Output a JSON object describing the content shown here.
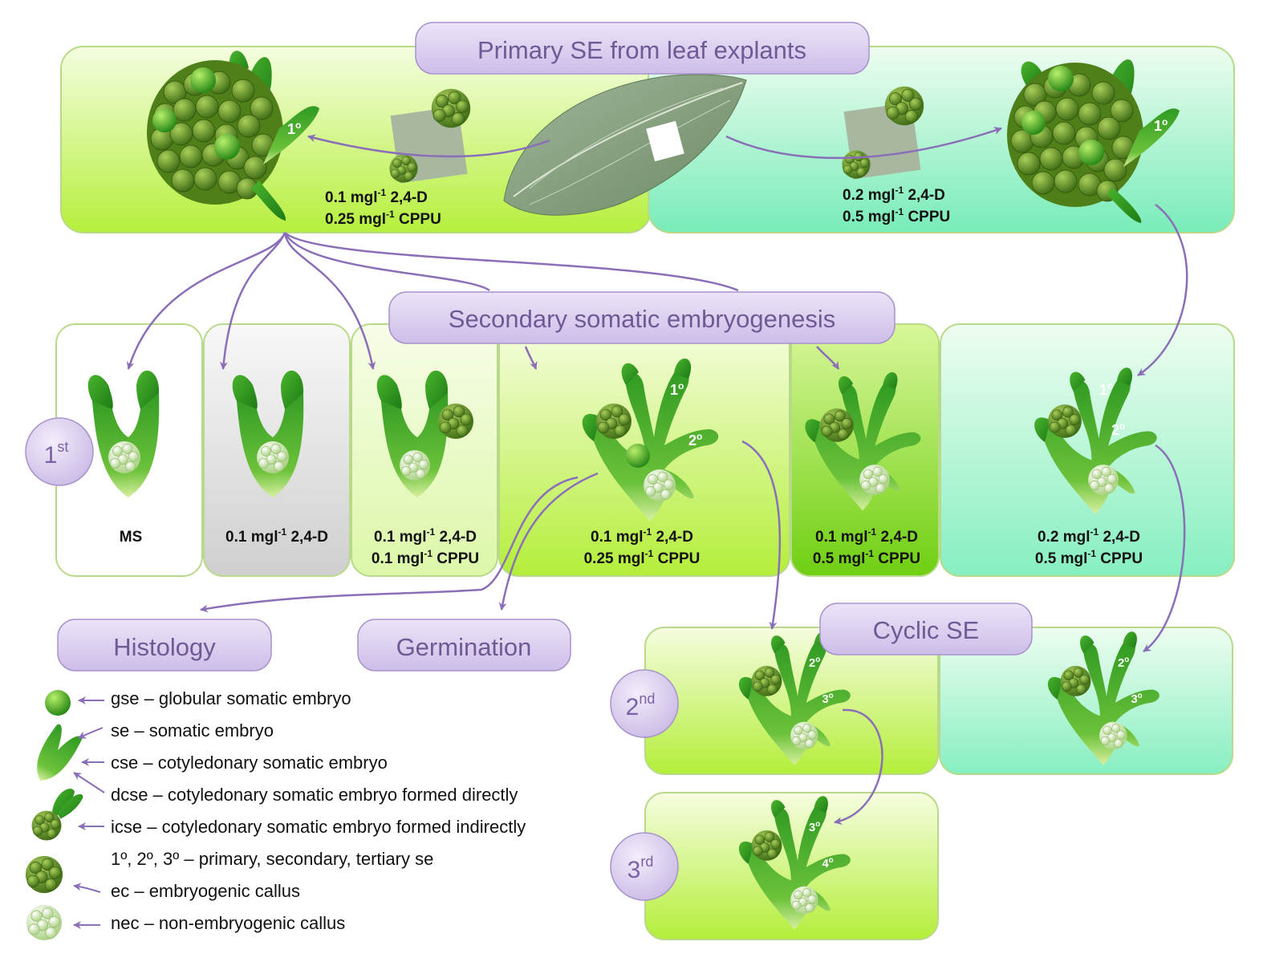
{
  "header": {
    "title": "Primary SE from leaf explants"
  },
  "primary": {
    "left_conditions": [
      "0.1 mgl",
      "2,4-D",
      "0.25 mgl",
      "CPPU"
    ],
    "right_conditions": [
      "0.2 mgl",
      "2,4-D",
      "0.5 mgl",
      "CPPU"
    ],
    "superscript": "-1",
    "ordinal_left": "1",
    "ordinal_right": "1",
    "deg": "o"
  },
  "secondary": {
    "title": "Secondary somatic embryogenesis",
    "stage": {
      "num": "1",
      "sup": "st"
    },
    "media": [
      {
        "line1": "MS",
        "line2": ""
      },
      {
        "line1": "0.1 mgl-1 2,4-D",
        "line2": ""
      },
      {
        "line1": "0.1 mgl-1 2,4-D",
        "line2": "0.1 mgl-1 CPPU"
      },
      {
        "line1": "0.1 mgl-1 2,4-D",
        "line2": "0.25 mgl-1 CPPU"
      },
      {
        "line1": "0.1 mgl-1 2,4-D",
        "line2": "0.5 mgl-1 CPPU"
      },
      {
        "line1": "0.2 mgl-1 2,4-D",
        "line2": "0.5 mgl-1 CPPU"
      }
    ],
    "ordinals": {
      "a": "1",
      "b": "2",
      "c": "1",
      "d": "2"
    }
  },
  "outcomes": {
    "histology": "Histology",
    "germination": "Germination"
  },
  "cyclic": {
    "title": "Cyclic SE",
    "stage2": {
      "num": "2",
      "sup": "nd"
    },
    "stage3": {
      "num": "3",
      "sup": "rd"
    },
    "ordinals": {
      "a": "2",
      "b": "3",
      "c": "2",
      "d": "3",
      "e": "3",
      "f": "4"
    }
  },
  "legend": [
    "gse – globular somatic embryo",
    "se – somatic embryo",
    "cse – cotyledonary somatic embryo",
    "dcse – cotyledonary somatic embryo formed directly",
    "icse – cotyledonary somatic embryo formed indirectly",
    "1º, 2º, 3º – primary, secondary, tertiary se",
    "ec – embryogenic callus",
    "nec – non-embryogenic callus"
  ],
  "colors": {
    "accent": "#8a6fb8",
    "label_fill": "#d8cbee",
    "panel_green": "#c8f07a",
    "panel_teal": "#9ff0c8",
    "embryo_dark": "#2f8a1f",
    "embryo_light": "#8fd04a"
  }
}
